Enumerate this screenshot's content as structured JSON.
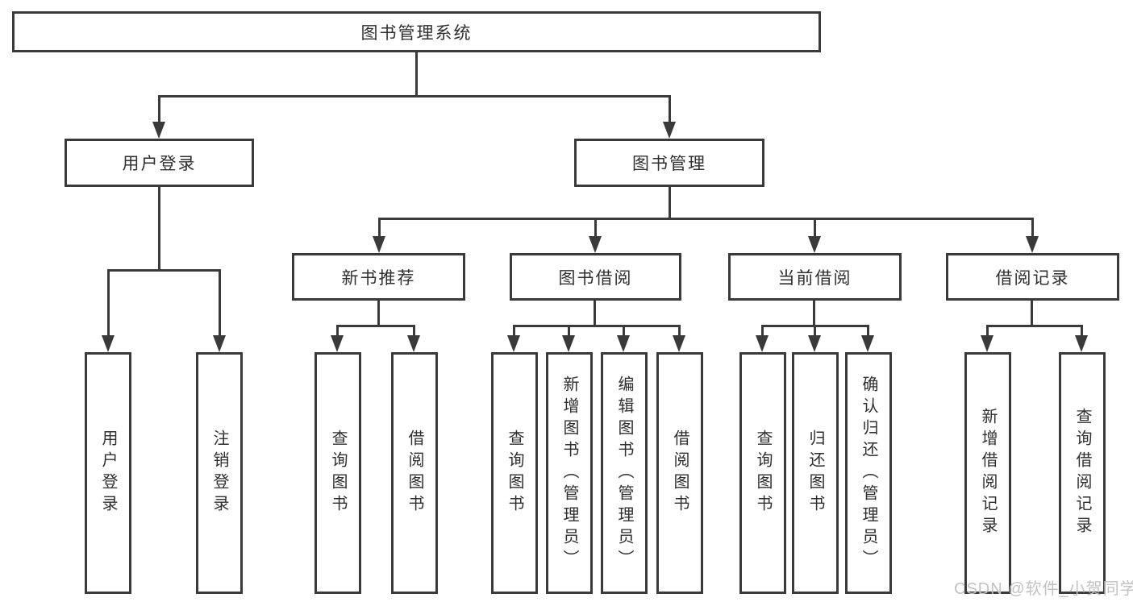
{
  "tree": {
    "root": {
      "label": "图书管理系统"
    },
    "level2": [
      {
        "label": "用户登录"
      },
      {
        "label": "图书管理"
      }
    ],
    "level3": [
      {
        "label": "新书推荐"
      },
      {
        "label": "图书借阅"
      },
      {
        "label": "当前借阅"
      },
      {
        "label": "借阅记录"
      }
    ],
    "leaves": {
      "user": [
        "用户登录",
        "注销登录"
      ],
      "newbook": [
        "查询图书",
        "借阅图书"
      ],
      "borrow": [
        "查询图书",
        "新增图书（管理员）",
        "编辑图书（管理员）",
        "借阅图书"
      ],
      "current": [
        "查询图书",
        "归还图书",
        "确认归还（管理员）"
      ],
      "record": [
        "新增借阅记录",
        "查询借阅记录"
      ]
    }
  },
  "watermark": {
    "text": "CSDN @软件_小贺同学"
  },
  "colors": {
    "line": "#3a3a3a",
    "text": "#2f2f2f",
    "watermark": "#c2c2c2",
    "background": "#ffffff"
  }
}
